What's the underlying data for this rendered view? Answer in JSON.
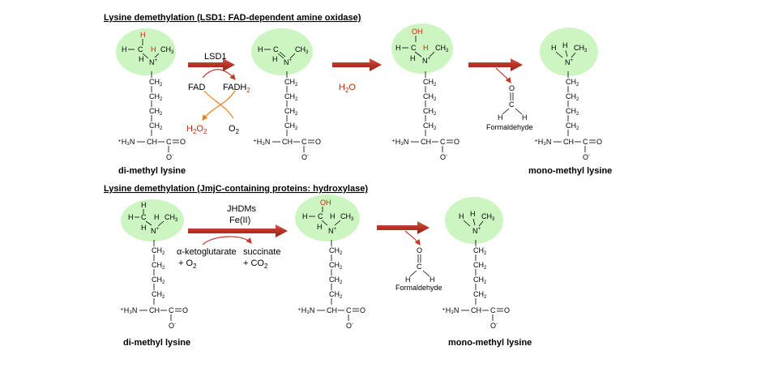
{
  "colors": {
    "circle_fill": "#ccf5c2",
    "arrow_fill": "#c0392b",
    "arrow_edge": "#8e2a20",
    "highlight_red": "#cc2200",
    "cycle_orange": "#e8801a"
  },
  "section1": {
    "title": "Lysine demethylation (LSD1: FAD-dependent amine oxidase)",
    "enzyme": "LSD1",
    "fad": "FAD",
    "fadh2": "FADH",
    "fadh2_sub": "2",
    "h2o2": "H",
    "h2o2_sub1": "2",
    "h2o2_o": "O",
    "h2o2_sub2": "2",
    "o2": "O",
    "o2_sub": "2",
    "water": "H",
    "water_sub": "2",
    "water_o": "O",
    "formaldehyde": "Formaldehyde",
    "substrate_name": "di-methyl lysine",
    "product_name": "mono-methyl lysine"
  },
  "section2": {
    "title": "Lysine demethylation (JmjC-containing  proteins: hydroxylase)",
    "enzyme_line1": "JHDMs",
    "enzyme_line2": "Fe(II)",
    "cosub_line1": "α-ketoglutarate",
    "cosub_line2": "+ O",
    "cosub_line2_sub": "2",
    "coprod_line1": "succinate",
    "coprod_line2": "+ CO",
    "coprod_line2_sub": "2",
    "formaldehyde": "Formaldehyde",
    "substrate_name": "di-methyl lysine",
    "product_name": "mono-methyl lysine"
  },
  "atoms": {
    "H": "H",
    "C": "C",
    "N": "N",
    "O": "O",
    "OH": "OH",
    "CH": "CH",
    "CH2": "CH",
    "CH3": "CH",
    "sub2": "2",
    "sub3": "3",
    "plus": "+",
    "minus": "-",
    "amine": "⁺H₃N",
    "alpha_c": "CH",
    "carbonyl": "C",
    "eq": "=",
    "dash": "—"
  }
}
